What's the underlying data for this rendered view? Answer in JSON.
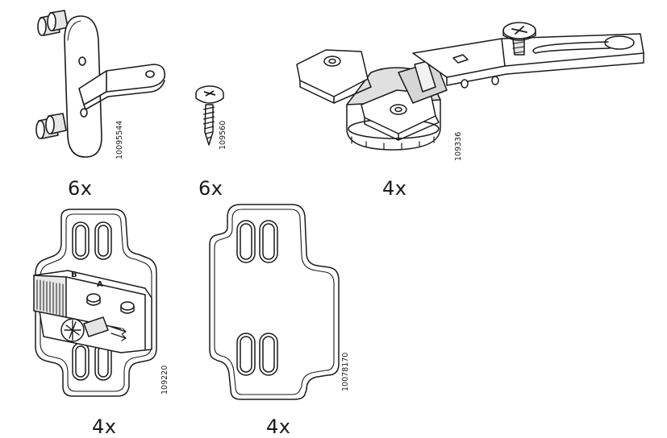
{
  "parts": [
    {
      "id": "bracket",
      "code": "10095544",
      "qty": "6x"
    },
    {
      "id": "screw",
      "code": "109560",
      "qty": "6x"
    },
    {
      "id": "hinge",
      "code": "109336",
      "qty": "4x"
    },
    {
      "id": "mounting-plate",
      "code": "109220",
      "qty": "4x"
    },
    {
      "id": "spacer-plate",
      "code": "10078170",
      "qty": "4x"
    }
  ],
  "colors": {
    "line": "#1a1a1a",
    "fill": "#ffffff",
    "shade": "#d9d9d9"
  }
}
